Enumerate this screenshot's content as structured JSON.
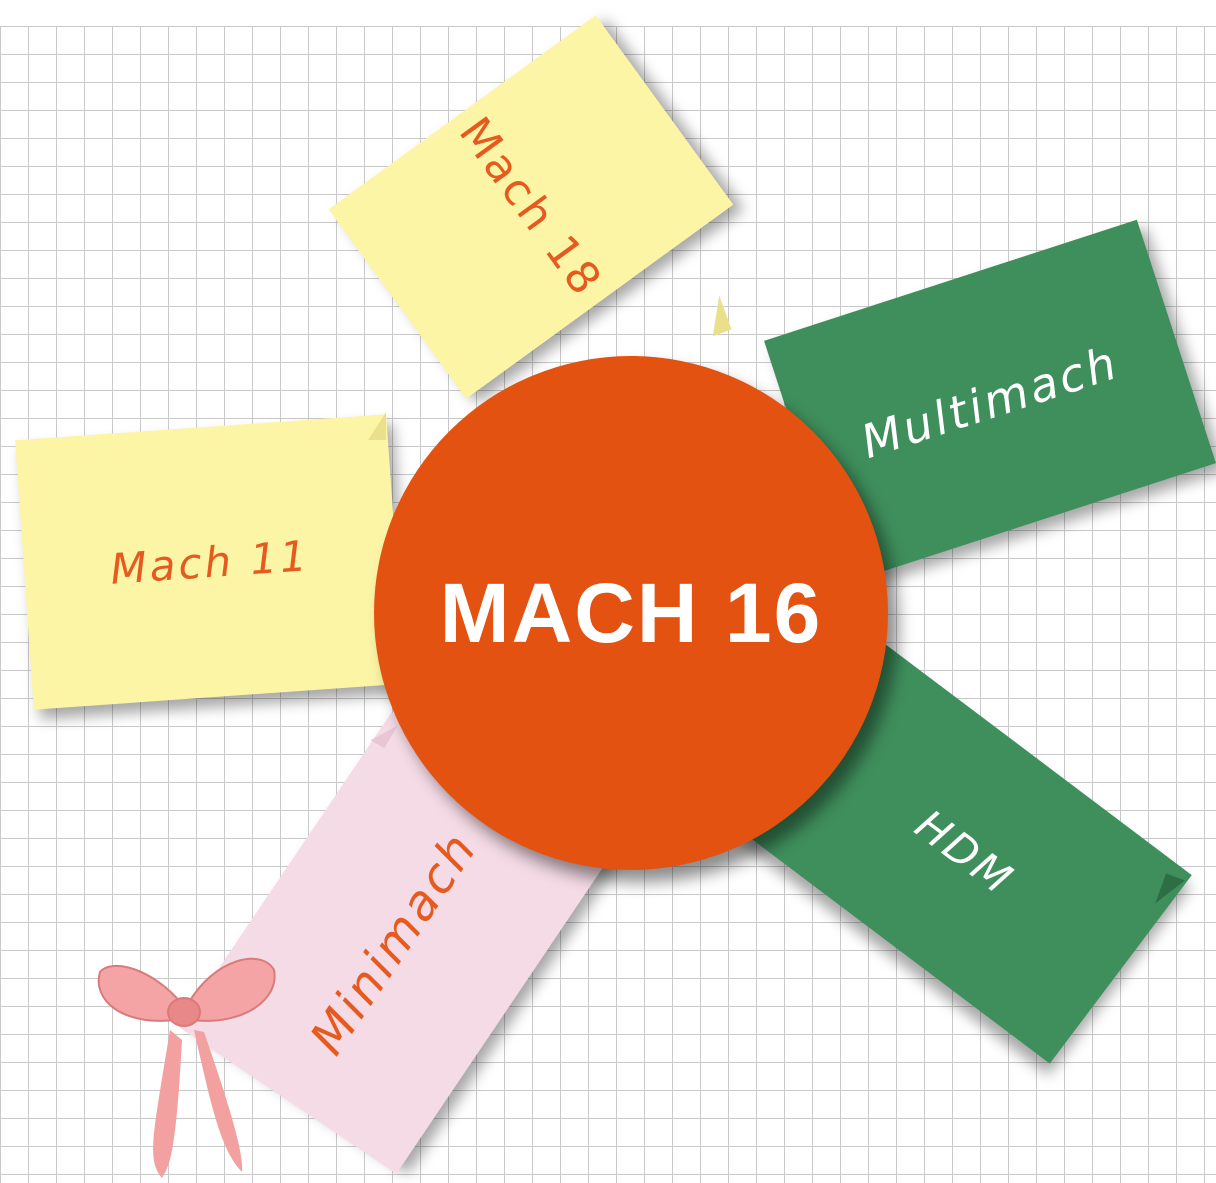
{
  "center": {
    "title": "MACH 16",
    "color": "#e45212"
  },
  "notes": {
    "mach18": {
      "label": "Mach 18",
      "bg": "#fdf5a6",
      "text_color": "#e55a1f"
    },
    "mach11": {
      "label": "Mach 11",
      "bg": "#fdf5a6",
      "text_color": "#e55a1f"
    },
    "multimach": {
      "label": "Multimach",
      "bg": "#3f8f5c",
      "text_color": "#ffffff"
    },
    "hdm": {
      "label": "HDM",
      "bg": "#3f8f5c",
      "text_color": "#ffffff"
    },
    "minimach": {
      "label": "Minimach",
      "bg": "#f5dbe6",
      "text_color": "#e55a1f"
    }
  },
  "decoration": {
    "icon": "ribbon-bow-icon",
    "color": "#f2a0a0"
  }
}
